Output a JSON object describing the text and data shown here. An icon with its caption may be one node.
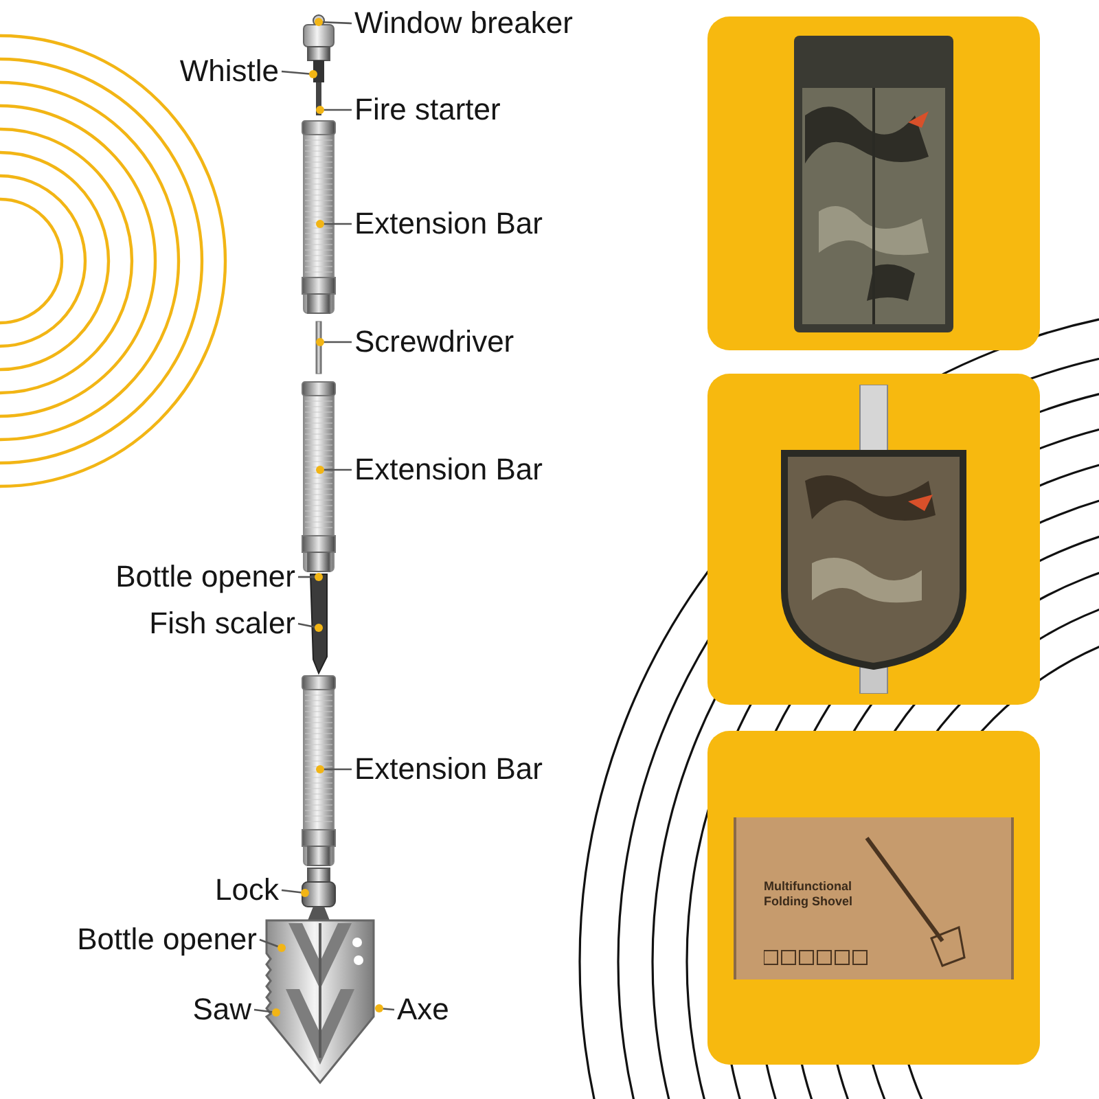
{
  "diagram": {
    "nodes": [
      {
        "text": [
          "Window breaker"
        ]
      },
      {
        "text": [
          "Whistle"
        ]
      },
      {
        "text": [
          "Fire starter"
        ]
      },
      {
        "text": [
          "Extension Bar"
        ]
      },
      {
        "text": [
          "Screwdriver"
        ]
      },
      {
        "text": [
          "Extension Bar"
        ]
      },
      {
        "text": [
          "Bottle opener"
        ]
      },
      {
        "text": [
          "Fish scaler"
        ]
      },
      {
        "text": [
          "Extension Bar"
        ]
      },
      {
        "text": [
          "Lock"
        ]
      },
      {
        "text": [
          "Bottle opener"
        ]
      },
      {
        "text": [
          "Saw"
        ]
      },
      {
        "text": [
          "Axe"
        ]
      }
    ],
    "edges": [
      {
        "from": 0,
        "to": null,
        "arrow": "other"
      },
      {
        "from": 1,
        "to": null,
        "arrow": "other"
      },
      {
        "from": 2,
        "to": null,
        "arrow": "other"
      },
      {
        "from": 3,
        "to": null,
        "arrow": "other"
      },
      {
        "from": 4,
        "to": null,
        "arrow": "other"
      },
      {
        "from": 5,
        "to": null,
        "arrow": "other"
      },
      {
        "from": 6,
        "to": null,
        "arrow": "other"
      },
      {
        "from": 7,
        "to": null,
        "arrow": "other"
      },
      {
        "from": 8,
        "to": null,
        "arrow": "other"
      },
      {
        "from": 9,
        "to": null,
        "arrow": "other"
      },
      {
        "from": 10,
        "to": null,
        "arrow": "other"
      },
      {
        "from": 11,
        "to": null,
        "arrow": "other"
      },
      {
        "from": 12,
        "to": null,
        "arrow": "other"
      }
    ],
    "labels": [
      "Multifunctional Folding Shovel"
    ]
  }
}
